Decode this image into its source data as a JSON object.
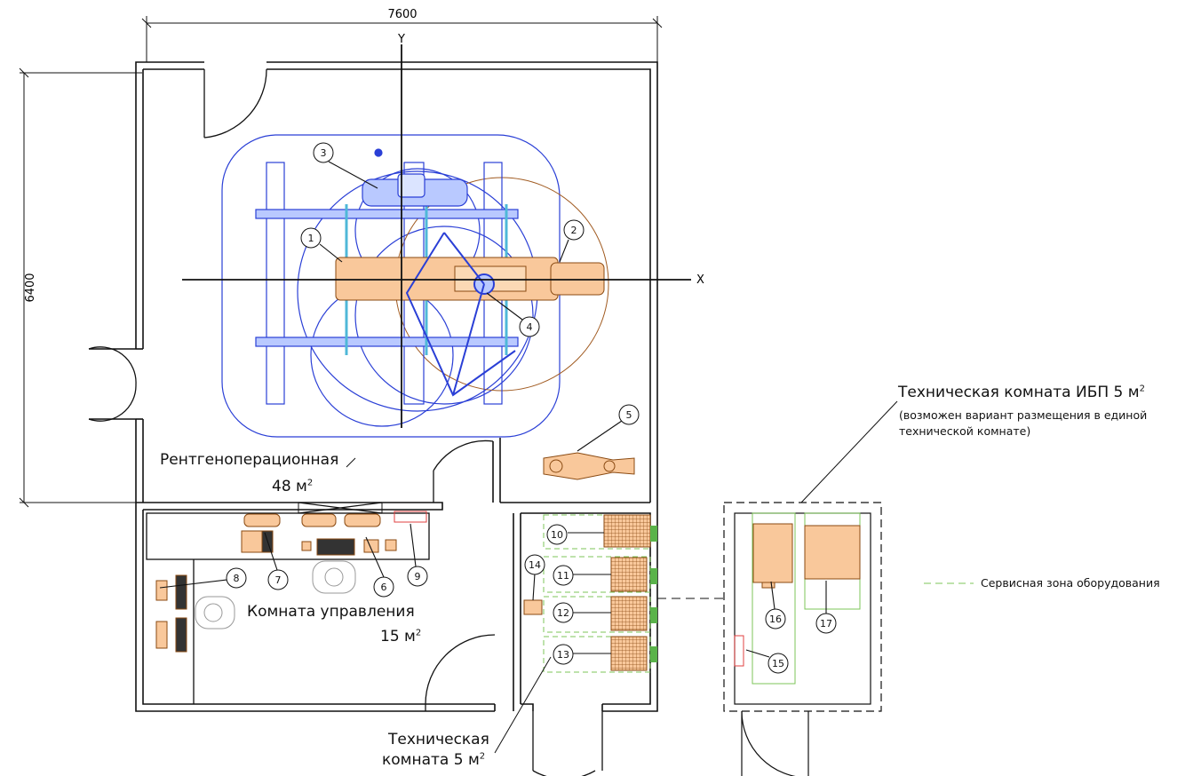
{
  "dimensions": {
    "width_label": "7600",
    "height_label": "6400"
  },
  "axes": {
    "x": "X",
    "y": "Y"
  },
  "rooms": {
    "operating": {
      "name": "Рентгеноперационная",
      "area": "48 м",
      "sup": "2"
    },
    "control": {
      "name": "Комната управления",
      "area": "15 м",
      "sup": "2"
    },
    "technical": {
      "line1": "Техническая",
      "line2": "комната 5 м",
      "sup": "2"
    },
    "ups": {
      "title": "Техническая комната ИБП 5 м",
      "sup": "2",
      "note1": "(возможен вариант размещения в единой",
      "note2": "технической комнате)"
    }
  },
  "legend": {
    "service_zone": "Сервисная зона оборудования"
  },
  "callouts": [
    "1",
    "2",
    "3",
    "4",
    "5",
    "6",
    "7",
    "8",
    "9",
    "10",
    "11",
    "12",
    "13",
    "14",
    "15",
    "16",
    "17"
  ],
  "colors": {
    "wall": "#111111",
    "equipment_fill": "#f9c89b",
    "equipment_stroke": "#8a4a12",
    "gantry": "#2a3fd6",
    "rail": "#4fb8d8",
    "service": "#7cc45a",
    "marker": "#e04040"
  }
}
